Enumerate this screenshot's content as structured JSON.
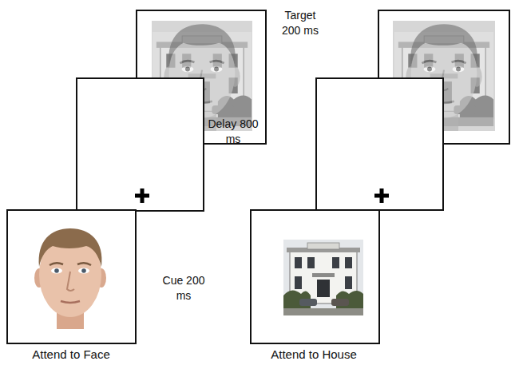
{
  "diagram": {
    "labels": [
      "Target 200 ms",
      "Delay 800 ms",
      "Cue 200 ms",
      "Attend to Face",
      "Attend to House"
    ]
  }
}
